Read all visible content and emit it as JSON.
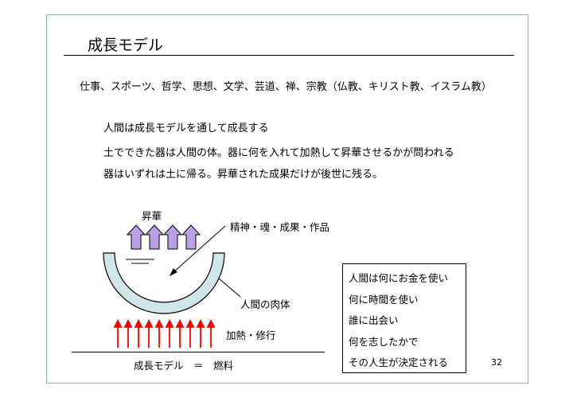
{
  "slide": {
    "title": "成長モデル",
    "intro": "仕事、スポーツ、哲学、思想、文学、芸道、禅、宗教（仏教、キリスト教、イスラム教）",
    "lines": [
      "人間は成長モデルを通して成長する",
      "土でできた器は人間の体。器に何を入れて加熱して昇華させるかが問われる",
      "器はいずれは土に帰る。昇華された成果だけが後世に残る。"
    ],
    "figure": {
      "sublimation_label": "昇華",
      "contents_label": "精神・魂・成果・作品",
      "body_label": "人間の肉体",
      "heat_label": "加熱・修行",
      "formula": "成長モデル　＝　燃料"
    },
    "note_box": [
      "人間は何にお金を使い",
      "何に時間を使い",
      "誰に出会い",
      "何を志したかで",
      "その人生が決定される"
    ],
    "page_number": "32"
  },
  "colors": {
    "frame": "#8fb5ab",
    "up_arrow_fill": "#b9a1e6",
    "bowl_fill": "#cfe6e8",
    "heat_arrow": "#ff0000"
  }
}
